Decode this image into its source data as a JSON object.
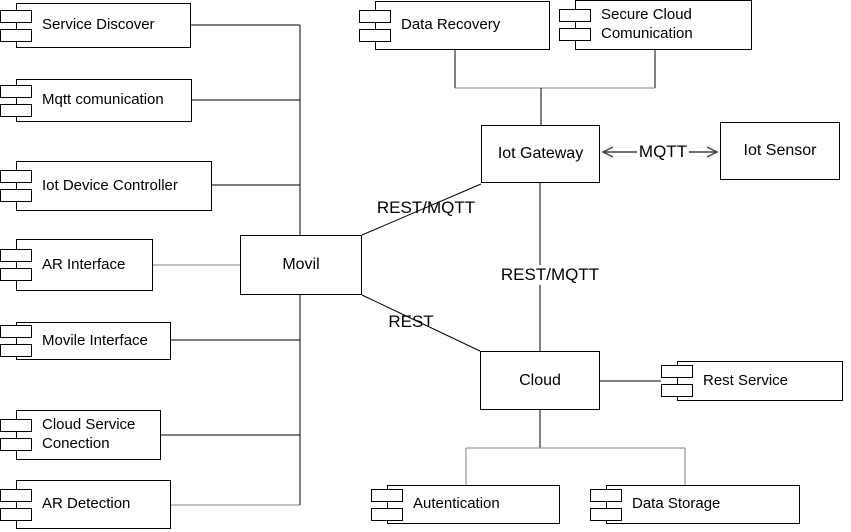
{
  "canvas": {
    "background": "#ffffff",
    "line_color": "#000000",
    "secondary_line_color": "#808080",
    "box_fill": "#ffffff",
    "box_border": "#000000",
    "text_color": "#000000"
  },
  "nodes": {
    "service_discover": {
      "label": "Service Discover",
      "type": "uml-component"
    },
    "mqtt_comunication": {
      "label": "Mqtt comunication",
      "type": "uml-component"
    },
    "iot_device_controller": {
      "label": "Iot Device Controller",
      "type": "uml-component"
    },
    "ar_interface": {
      "label": "AR Interface",
      "type": "uml-component"
    },
    "movile_interface": {
      "label": "Movile Interface",
      "type": "uml-component"
    },
    "cloud_service_conection": {
      "label": "Cloud Service Conection",
      "type": "uml-component"
    },
    "ar_detection": {
      "label": "AR Detection",
      "type": "uml-component"
    },
    "data_recovery": {
      "label": "Data Recovery",
      "type": "uml-component"
    },
    "secure_cloud_comunication": {
      "label": "Secure Cloud Comunication",
      "type": "uml-component"
    },
    "rest_service": {
      "label": "Rest Service",
      "type": "uml-component"
    },
    "autentication": {
      "label": "Autentication",
      "type": "uml-component"
    },
    "data_storage": {
      "label": "Data Storage",
      "type": "uml-component"
    },
    "movil": {
      "label": "Movil",
      "type": "rectangle"
    },
    "iot_gateway": {
      "label": "Iot Gateway",
      "type": "rectangle"
    },
    "iot_sensor": {
      "label": "Iot Sensor",
      "type": "rectangle"
    },
    "cloud": {
      "label": "Cloud",
      "type": "rectangle"
    }
  },
  "edge_labels": {
    "movil_gateway": "REST/MQTT",
    "gateway_sensor": "MQTT",
    "gateway_cloud": "REST/MQTT",
    "movil_cloud": "REST"
  }
}
